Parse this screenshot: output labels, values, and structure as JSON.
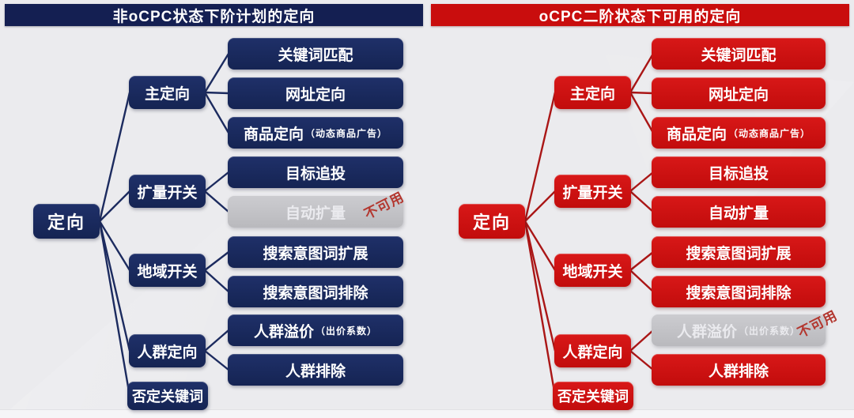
{
  "colors": {
    "navy_box": "#16265c",
    "navy_header": "#141f52",
    "red_box": "#ce1111",
    "red_header": "#c90d0d",
    "disabled_gray": "#c3c3c7",
    "line_navy": "#1c2b5f",
    "line_red": "#aa1616",
    "note_red": "#b3372f",
    "background": "#ebebee"
  },
  "left_panel": {
    "title": "非oCPC状态下阶计划的定向",
    "root": {
      "label": "定向"
    },
    "branches": [
      {
        "label": "主定向"
      },
      {
        "label": "扩量开关"
      },
      {
        "label": "地域开关"
      },
      {
        "label": "人群定向"
      },
      {
        "label": "否定关键词"
      }
    ],
    "leaves": [
      {
        "label": "关键词匹配",
        "status": "available"
      },
      {
        "label": "网址定向",
        "status": "available"
      },
      {
        "label": "商品定向",
        "suffix": "（动态商品广告）",
        "status": "available"
      },
      {
        "label": "目标追投",
        "status": "available"
      },
      {
        "label": "自动扩量",
        "status": "unavailable"
      },
      {
        "label": "搜索意图词扩展",
        "status": "available"
      },
      {
        "label": "搜索意图词排除",
        "status": "available"
      },
      {
        "label": "人群溢价",
        "suffix": "（出价系数）",
        "status": "available"
      },
      {
        "label": "人群排除",
        "status": "available"
      }
    ],
    "unavailable_note": "不可用"
  },
  "right_panel": {
    "title": "oCPC二阶状态下可用的定向",
    "root": {
      "label": "定向"
    },
    "branches": [
      {
        "label": "主定向"
      },
      {
        "label": "扩量开关"
      },
      {
        "label": "地域开关"
      },
      {
        "label": "人群定向"
      },
      {
        "label": "否定关键词"
      }
    ],
    "leaves": [
      {
        "label": "关键词匹配",
        "status": "available"
      },
      {
        "label": "网址定向",
        "status": "available"
      },
      {
        "label": "商品定向",
        "suffix": "（动态商品广告）",
        "status": "available"
      },
      {
        "label": "目标追投",
        "status": "available"
      },
      {
        "label": "自动扩量",
        "status": "available"
      },
      {
        "label": "搜索意图词扩展",
        "status": "available"
      },
      {
        "label": "搜索意图词排除",
        "status": "available"
      },
      {
        "label": "人群溢价",
        "suffix": "（出价系数）",
        "status": "unavailable"
      },
      {
        "label": "人群排除",
        "status": "available"
      }
    ],
    "unavailable_note": "不可用"
  }
}
